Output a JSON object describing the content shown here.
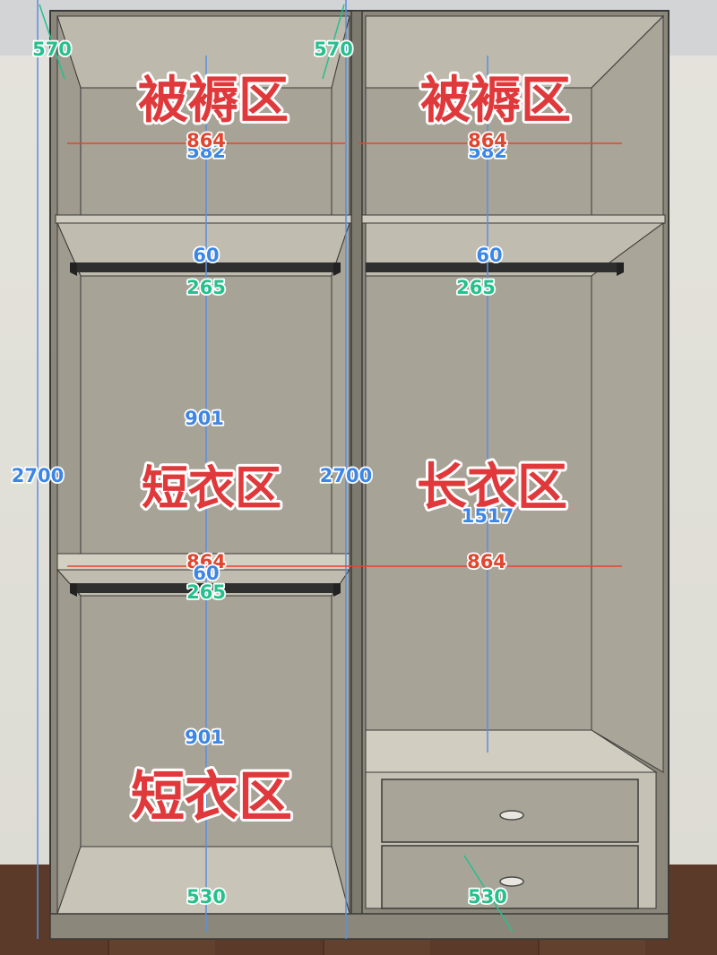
{
  "zones": {
    "quilt_left": "被褥区",
    "quilt_right": "被褥区",
    "short_upper": "短衣区",
    "long": "长衣区",
    "short_lower": "短衣区"
  },
  "dims": {
    "top_depth_left": "570",
    "top_depth_right": "570",
    "quilt_width_left": "864",
    "quilt_width_right": "864",
    "quilt_height_left": "582",
    "quilt_height_right": "582",
    "rail_drop_left": "60",
    "rail_drop_right": "60",
    "rail_offset_left": "265",
    "rail_offset_right": "265",
    "short_upper_height": "901",
    "total_height_left": "2700",
    "total_height_right": "2700",
    "long_height": "1517",
    "mid_width_left": "864",
    "mid_width_right": "864",
    "lower_rail_drop": "60",
    "lower_rail_offset": "265",
    "short_lower_height": "901",
    "bottom_left": "530",
    "bottom_right": "530"
  },
  "colors": {
    "zone_text": "#e0393b",
    "dim_blue": "#3d86e6",
    "dim_red": "#e2462f",
    "dim_green": "#25c08c"
  }
}
